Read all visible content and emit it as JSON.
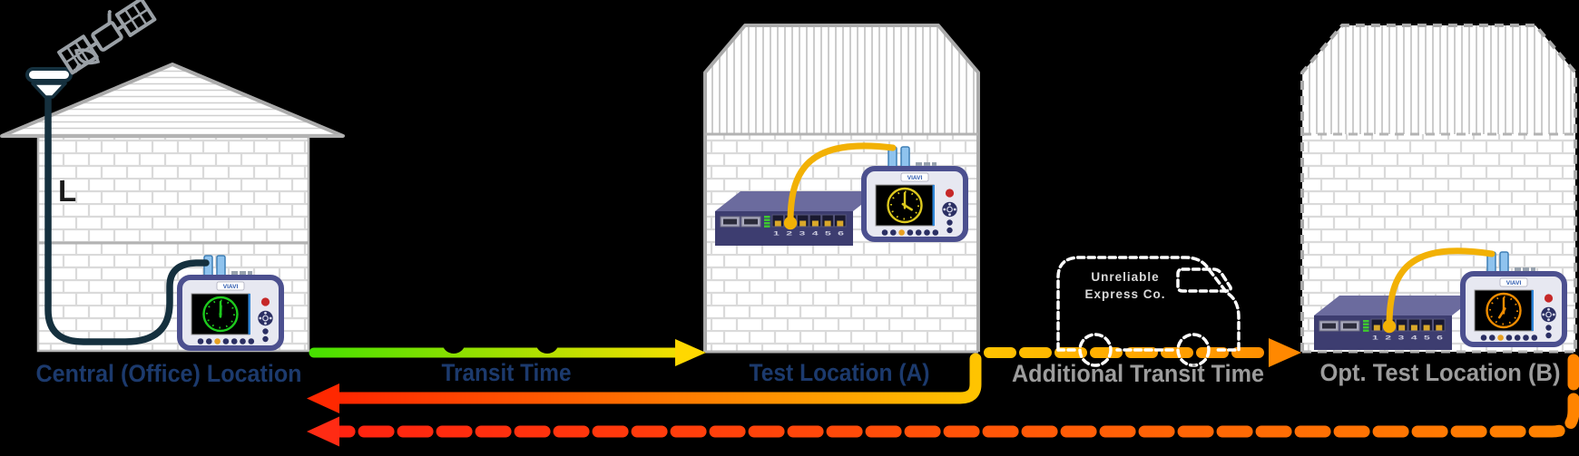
{
  "labels": {
    "central_location": "Central (Office) Location",
    "transit_time": "Transit Time",
    "test_location_a": "Test Location (A)",
    "additional_transit_time": "Additional Transit Time",
    "opt_test_location_b": "Opt. Test Location (B)",
    "wall_letter": "L",
    "device_brand": "VIAVI",
    "van_text_line1": "Unreliable",
    "van_text_line2": "Express Co.",
    "switch_port_numbers": "1 2 3 4 5 6"
  },
  "icons": {
    "satellite": "satellite-icon",
    "gps_antenna": "gps-antenna-icon",
    "black_truck": "truck-icon",
    "white_van": "delivery-van-icon"
  },
  "clocks": {
    "central": {
      "color_name": "green",
      "time": "12:00"
    },
    "location_a": {
      "color_name": "yellow",
      "time": "4:00"
    },
    "location_b": {
      "color_name": "orange",
      "time": "7:00"
    }
  },
  "colors": {
    "navy": "#1c3a6d",
    "graylabel": "#9c9c9c",
    "letter": "#1a1a1a",
    "fwd1": "#45e000",
    "fwd2": "#ffdf00",
    "fwdhead": "#ffd800",
    "fd1": "#ffc400",
    "fd2": "#ff8800",
    "fdhead": "#ff8800",
    "ret1": "#ff1e00",
    "ret2": "#ffc400",
    "rethead": "#ff2800",
    "rd1": "#ff2010",
    "rd2": "#ff8400",
    "rdhead": "#ff2b14",
    "clockcentral": "#1ecb1e",
    "clocka": "#dcc81e",
    "clockb": "#f08c00",
    "cabledark": "#15303e",
    "cableyellow": "#f2b105",
    "swfront": "#3d3d70",
    "swtop": "#6b6b9e",
    "devframe": "#4c508f",
    "devface": "#e7e8f1",
    "bldgstroke": "#ababab",
    "truck": "#ffffff",
    "brickline": "#dadada",
    "stripeline": "#cccccc",
    "roofline": "#cfcfcf",
    "led": "#3ecb2e",
    "gold": "#d9a82a",
    "connblue": "#8fc3ee",
    "connborder": "#3f7fb5",
    "redbtn": "#c62828",
    "navdark": "#2b2f63",
    "btnaccent": "#e8a020",
    "strip": "#2f86d8",
    "satgray": "#9aa0a6"
  }
}
